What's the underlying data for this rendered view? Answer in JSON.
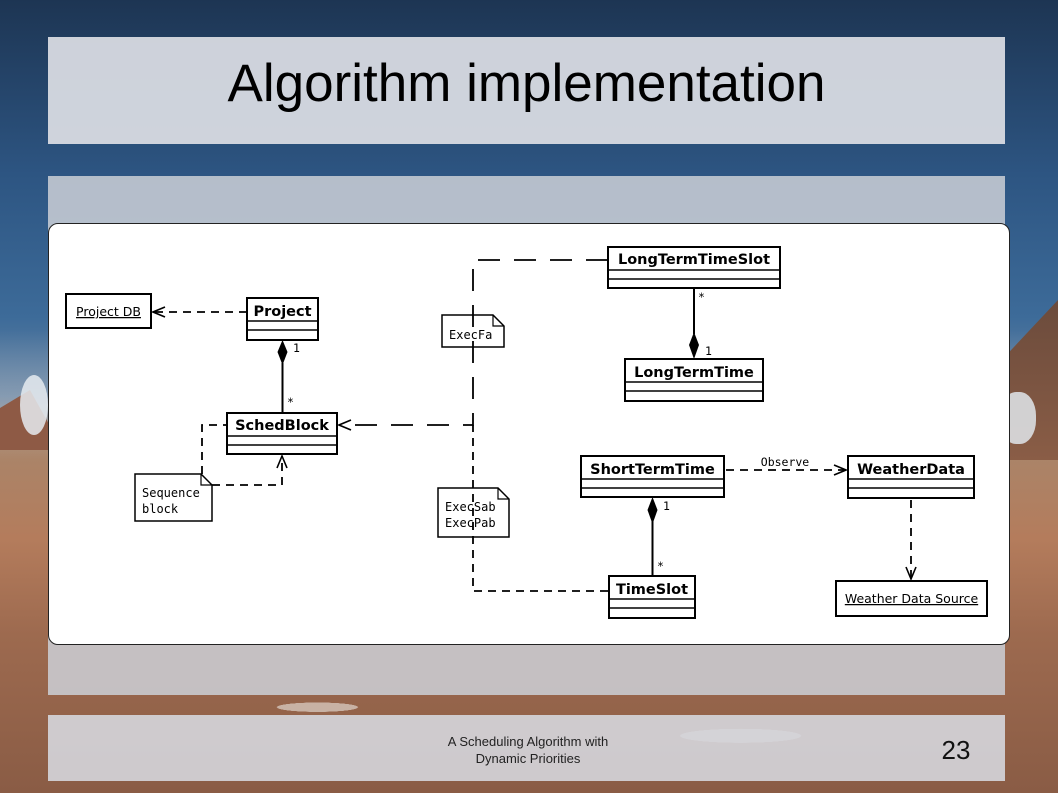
{
  "slide": {
    "title": "Algorithm implementation",
    "footer_line1": "A Scheduling Algorithm with",
    "footer_line2": "Dynamic Priorities",
    "page_number": "23"
  },
  "diagram": {
    "classes": {
      "project": "Project",
      "sched_block": "SchedBlock",
      "long_term_time_slot": "LongTermTimeSlot",
      "long_term_time": "LongTermTime",
      "short_term_time": "ShortTermTime",
      "weather_data": "WeatherData",
      "time_slot": "TimeSlot"
    },
    "objects": {
      "project_db": "Project DB",
      "weather_data_source": "Weather Data Source"
    },
    "notes": {
      "sequence_block_line1": "Sequence",
      "sequence_block_line2": "block",
      "exec_fa": "ExecFa",
      "exec_sab": "ExecSab",
      "exec_pab": "ExecPab"
    },
    "labels": {
      "project_sched_one": "1",
      "project_sched_many": "*",
      "ltts_ltt_many": "*",
      "ltts_ltt_one": "1",
      "stt_ts_one": "1",
      "stt_ts_many": "*",
      "observe": "Observe"
    }
  }
}
